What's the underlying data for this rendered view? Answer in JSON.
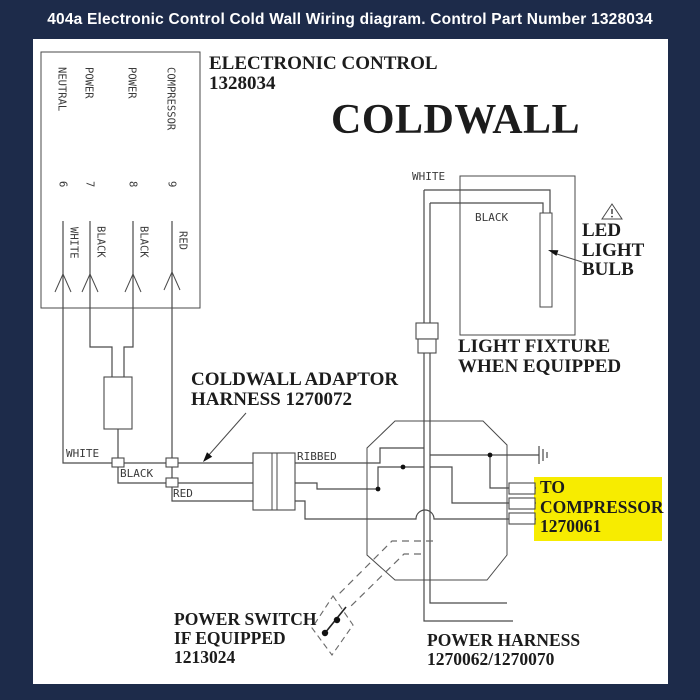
{
  "header": {
    "title": "404a Electronic Control Cold Wall Wiring diagram. Control Part Number 1328034"
  },
  "colors": {
    "frame": "#1d2b4a",
    "highlight": "#f7ec00",
    "wire": "#4a4a4a",
    "ink": "#1c1c1c"
  },
  "control": {
    "title": "ELECTRONIC CONTROL",
    "part": "1328034",
    "terminals": [
      {
        "function": "NEUTRAL",
        "pin": "6",
        "wire": "WHITE"
      },
      {
        "function": "POWER",
        "pin": "7",
        "wire": "BLACK"
      },
      {
        "function": "POWER",
        "pin": "8",
        "wire": "BLACK"
      },
      {
        "function": "COMPRESSOR",
        "pin": "9",
        "wire": "RED"
      }
    ]
  },
  "system_title": "COLDWALL",
  "light": {
    "white": "WHITE",
    "black": "BLACK",
    "bulb": [
      "LED",
      "LIGHT",
      "BULB"
    ],
    "fixture": [
      "LIGHT FIXTURE",
      "WHEN EQUIPPED"
    ]
  },
  "adaptor": {
    "label": [
      "COLDWALL ADAPTOR",
      "HARNESS 1270072"
    ],
    "ribbed": "RIBBED",
    "white": "WHITE",
    "black": "BLACK",
    "red": "RED"
  },
  "compressor": {
    "label": [
      "TO",
      "COMPRESSOR",
      "1270061"
    ]
  },
  "switch": {
    "label": [
      "POWER SWITCH",
      "IF EQUIPPED",
      "1213024"
    ]
  },
  "harness": {
    "label": [
      "POWER HARNESS",
      "1270062/1270070"
    ]
  }
}
